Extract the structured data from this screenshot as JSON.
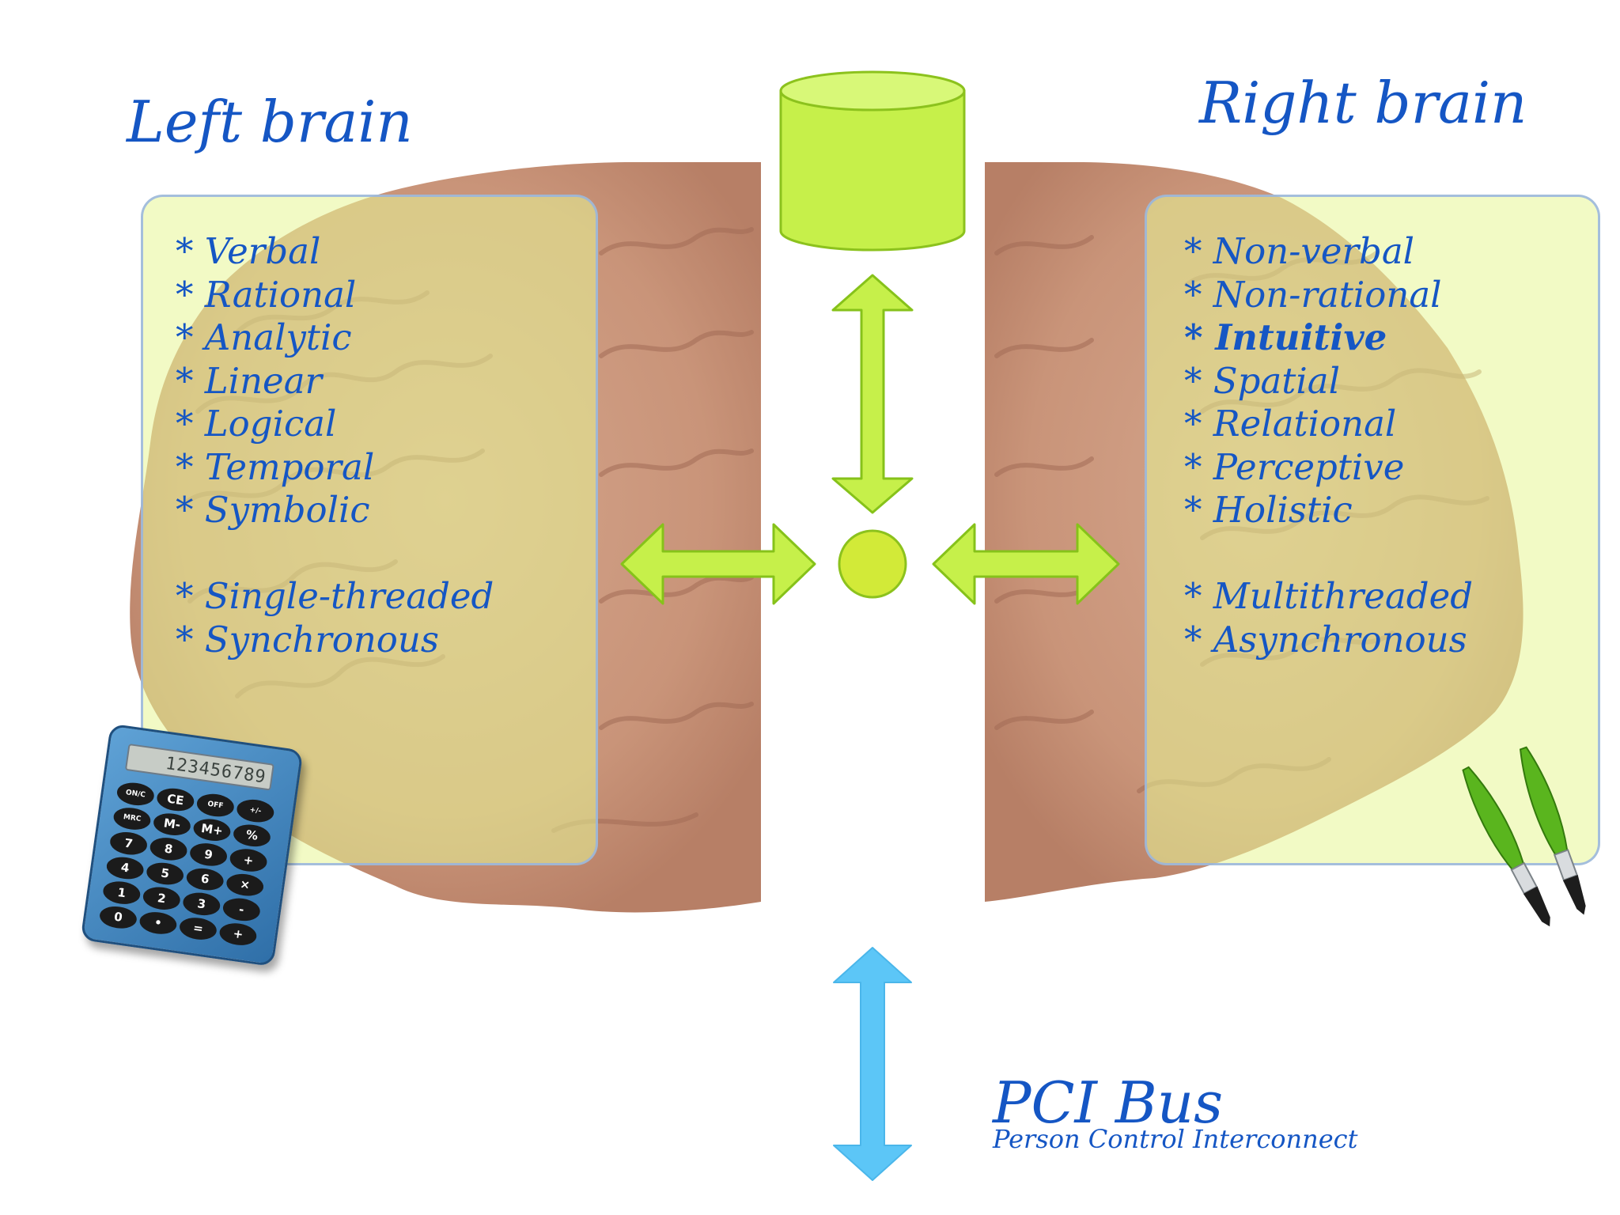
{
  "left": {
    "heading": "Left brain",
    "items": [
      {
        "text": "* Verbal",
        "bold": false
      },
      {
        "text": "* Rational",
        "bold": false
      },
      {
        "text": "* Analytic",
        "bold": false
      },
      {
        "text": "* Linear",
        "bold": false
      },
      {
        "text": "* Logical",
        "bold": false
      },
      {
        "text": "* Temporal",
        "bold": false
      },
      {
        "text": "* Symbolic",
        "bold": false
      },
      {
        "text": "",
        "bold": false
      },
      {
        "text": "* Single-threaded",
        "bold": false
      },
      {
        "text": "* Synchronous",
        "bold": false
      }
    ]
  },
  "right": {
    "heading": "Right brain",
    "items": [
      {
        "text": "* Non-verbal",
        "bold": false
      },
      {
        "text": "* Non-rational",
        "bold": false
      },
      {
        "text": "* Intuitive",
        "bold": true
      },
      {
        "text": "* Spatial",
        "bold": false
      },
      {
        "text": "* Relational",
        "bold": false
      },
      {
        "text": "* Perceptive",
        "bold": false
      },
      {
        "text": "* Holistic",
        "bold": false
      },
      {
        "text": "",
        "bold": false
      },
      {
        "text": "* Multithreaded",
        "bold": false
      },
      {
        "text": "* Asynchronous",
        "bold": false
      }
    ]
  },
  "bus": {
    "title": "PCI Bus",
    "subtitle": "Person Control Interconnect"
  },
  "calculator": {
    "display": "123456789",
    "keys": [
      "ON/C",
      "CE",
      "OFF",
      "+/-",
      "MRC",
      "M-",
      "M+",
      "%",
      "7",
      "8",
      "9",
      "+",
      "4",
      "5",
      "6",
      "×",
      "1",
      "2",
      "3",
      "-",
      "0",
      "•",
      "=",
      "+"
    ]
  },
  "icons": {
    "storage": "database-cylinder-icon",
    "bus": "bus-arrow-icon",
    "brush": "paintbrush-icon",
    "calc": "calculator-icon"
  },
  "colors": {
    "text": "#1556c4",
    "green": "#c6f04a",
    "green_edge": "#86c21a",
    "blue_arrow": "#5cc6f7",
    "panel_fill": "#eaf7a0"
  }
}
